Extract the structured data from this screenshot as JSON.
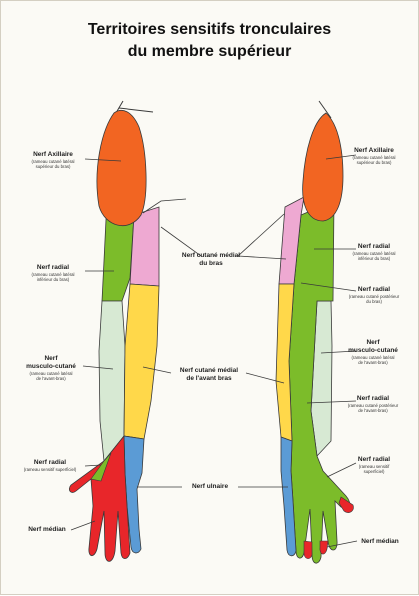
{
  "title": {
    "line1": "Territoires sensitifs tronculaires",
    "line2": "du membre supérieur"
  },
  "colors": {
    "axillaire": "#f26522",
    "radial": "#7cbc2a",
    "cutane_medial_bras": "#eea9d2",
    "cutane_medial_avant_bras": "#ffd84a",
    "musculo_cutane": "#d7e9d3",
    "median": "#e8262a",
    "ulnaire": "#5b9bd5",
    "outline": "#3a3a3a"
  },
  "labels": {
    "left": {
      "axillaire": {
        "name": "Nerf Axillaire",
        "sub1": "(rameau cutané latéral",
        "sub2": "supérieur du bras)"
      },
      "radial_1": {
        "name": "Nerf radial",
        "sub1": "(rameau cutané latéral",
        "sub2": "inférieur du bras)"
      },
      "musculo_cutane": {
        "name1": "Nerf",
        "name2": "musculo-cutané",
        "sub1": "(rameau cutané latéral",
        "sub2": "de l'avant-bras)"
      },
      "radial_2": {
        "name": "Nerf radial",
        "sub1": "(rameau sensitif superficiel)"
      },
      "median": {
        "name": "Nerf médian"
      }
    },
    "center": {
      "cutane_medial_bras": {
        "name1": "Nerf cutané médial",
        "name2": "du bras"
      },
      "cutane_medial_avant_bras": {
        "name1": "Nerf cutané médial",
        "name2": "de l'avant bras"
      },
      "ulnaire": {
        "name": "Nerf ulnaire"
      }
    },
    "right": {
      "axillaire": {
        "name": "Nerf Axillaire",
        "sub1": "(rameau cutané latéral",
        "sub2": "supérieur du bras)"
      },
      "radial_1": {
        "name": "Nerf radial",
        "sub1": "(rameau cutané latéral",
        "sub2": "inférieur du bras)"
      },
      "radial_2": {
        "name": "Nerf radial",
        "sub1": "(rameau cutané postérieur",
        "sub2": "du bras)"
      },
      "musculo_cutane": {
        "name1": "Nerf",
        "name2": "musculo-cutané",
        "sub1": "(rameau cutané latéral",
        "sub2": "de l'avant-bras)"
      },
      "radial_3": {
        "name": "Nerf radial",
        "sub1": "(rameau cutané postérieur",
        "sub2": "de l'avant-bras)"
      },
      "radial_4": {
        "name": "Nerf radial",
        "sub1": "(rameau sensitif",
        "sub2": "superficiel)"
      },
      "median": {
        "name": "Nerf médian"
      }
    }
  }
}
